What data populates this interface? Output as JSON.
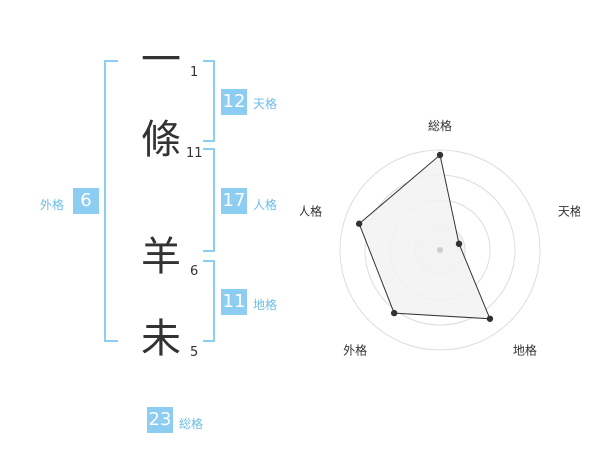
{
  "name": {
    "chars": [
      {
        "char": "一",
        "strokes": "1"
      },
      {
        "char": "條",
        "strokes": "11"
      },
      {
        "char": "羊",
        "strokes": "6"
      },
      {
        "char": "未",
        "strokes": "5"
      }
    ]
  },
  "kakusu": {
    "tenkaku": {
      "value": "12",
      "label": "天格"
    },
    "jinkaku": {
      "value": "17",
      "label": "人格"
    },
    "chikaku": {
      "value": "11",
      "label": "地格"
    },
    "gaikaku": {
      "value": "6",
      "label": "外格"
    },
    "soukaku": {
      "value": "23",
      "label": "総格"
    }
  },
  "chart_data": {
    "type": "radar",
    "axes": [
      "総格",
      "天格",
      "地格",
      "外格",
      "人格"
    ],
    "values": [
      0.95,
      0.2,
      0.85,
      0.78,
      0.85
    ],
    "rings": 4,
    "colors": {
      "fill": "#f2f2f2",
      "line": "#333333",
      "ring": "#dddddd",
      "center": "#cccccc"
    }
  }
}
